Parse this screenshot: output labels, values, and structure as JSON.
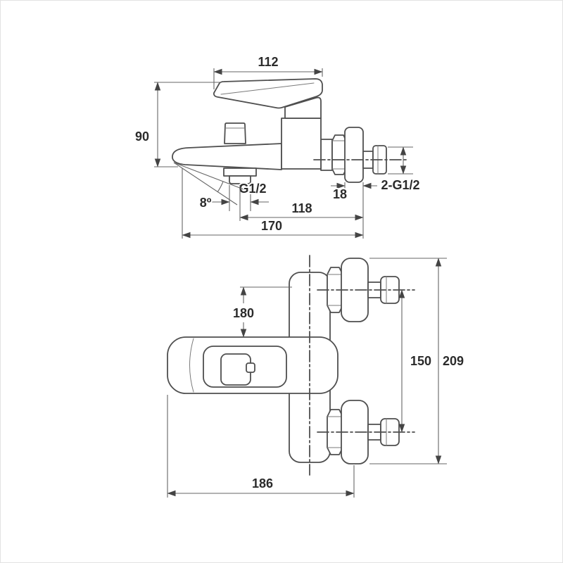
{
  "side": {
    "dim_handle_width": "112",
    "dim_height": "90",
    "outlet_thread": "G1/2",
    "spout_angle": "8º",
    "dim_outlet_to_wall": "118",
    "dim_total_depth": "170",
    "flange_thickness": "18",
    "wall_thread": "2-G1/2"
  },
  "front": {
    "dim_body_height": "180",
    "dim_connection_centers": "150",
    "dim_total_height": "209",
    "dim_total_width": "186"
  }
}
